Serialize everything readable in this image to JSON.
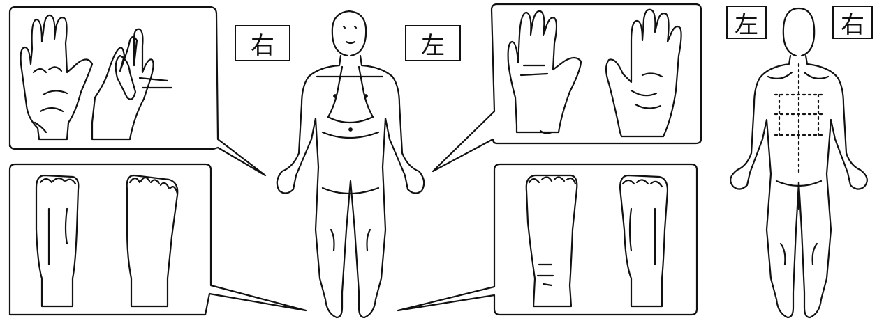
{
  "labels": {
    "front_right": "右",
    "front_left": "左",
    "back_left": "左",
    "back_right": "右"
  },
  "colors": {
    "ink": "#111111",
    "paper": "#ffffff"
  }
}
